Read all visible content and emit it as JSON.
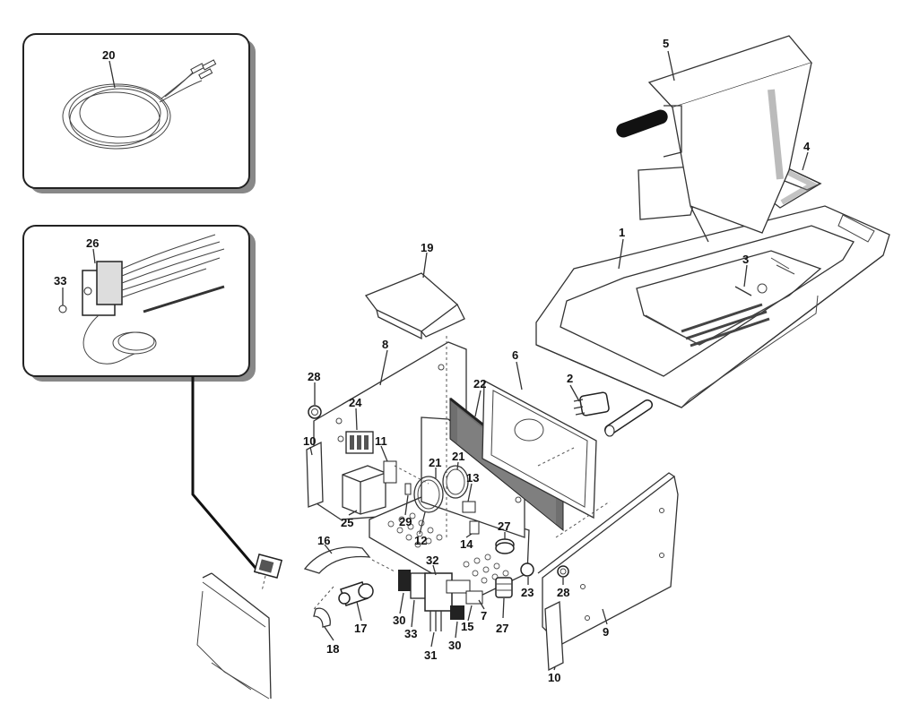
{
  "callouts": {
    "c1": "1",
    "c2": "2",
    "c3": "3",
    "c4": "4",
    "c5": "5",
    "c6": "6",
    "c7": "7",
    "c8": "8",
    "c9": "9",
    "c10a": "10",
    "c10b": "10",
    "c11": "11",
    "c12": "12",
    "c13": "13",
    "c14": "14",
    "c15": "15",
    "c16": "16",
    "c17": "17",
    "c18": "18",
    "c19": "19",
    "c20": "20",
    "c21a": "21",
    "c21b": "21",
    "c22": "22",
    "c23": "23",
    "c24": "24",
    "c25": "25",
    "c26": "26",
    "c27a": "27",
    "c27b": "27",
    "c28a": "28",
    "c28b": "28",
    "c29": "29",
    "c30a": "30",
    "c30b": "30",
    "c31": "31",
    "c32": "32",
    "c33a": "33",
    "c33b": "33"
  }
}
